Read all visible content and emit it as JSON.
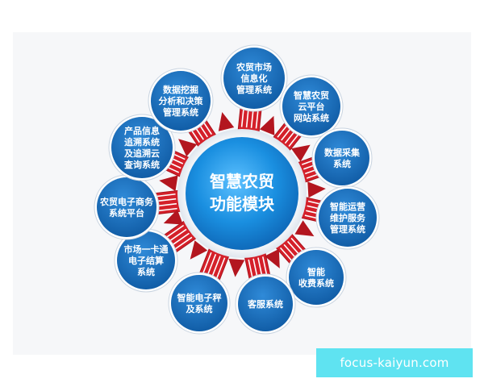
{
  "hub": {
    "lines": [
      "智慧农贸",
      "功能模块"
    ]
  },
  "nodes": [
    {
      "id": "market-info",
      "lines": [
        "农贸市场",
        "信息化",
        "管理系统"
      ]
    },
    {
      "id": "cloud-platform",
      "lines": [
        "智慧农贸",
        "云平台",
        "网站系统"
      ]
    },
    {
      "id": "data-collection",
      "lines": [
        "数据采集",
        "系统"
      ]
    },
    {
      "id": "smart-ops",
      "lines": [
        "智能运营",
        "维护服务",
        "管理系统"
      ]
    },
    {
      "id": "smart-fee",
      "lines": [
        "智能",
        "收费系统"
      ]
    },
    {
      "id": "customer-service",
      "lines": [
        "客服系统"
      ]
    },
    {
      "id": "e-scale",
      "lines": [
        "智能电子秤",
        "及系统"
      ]
    },
    {
      "id": "one-card",
      "lines": [
        "市场一卡通",
        "电子结算",
        "系统"
      ]
    },
    {
      "id": "ecommerce",
      "lines": [
        "农贸电子商务",
        "系统平台"
      ]
    },
    {
      "id": "traceability",
      "lines": [
        "产品信息",
        "追溯系统",
        "及追溯云",
        "查询系统"
      ]
    },
    {
      "id": "data-mining",
      "lines": [
        "数据挖掘",
        "分析和决策",
        "管理系统"
      ]
    }
  ],
  "watermark": "focus-kaiyun.com",
  "colors": {
    "node": "#1c74c4",
    "node_dark": "#0f5aa3",
    "arrow": "#d4202a",
    "hub": "#1a8fe0"
  }
}
